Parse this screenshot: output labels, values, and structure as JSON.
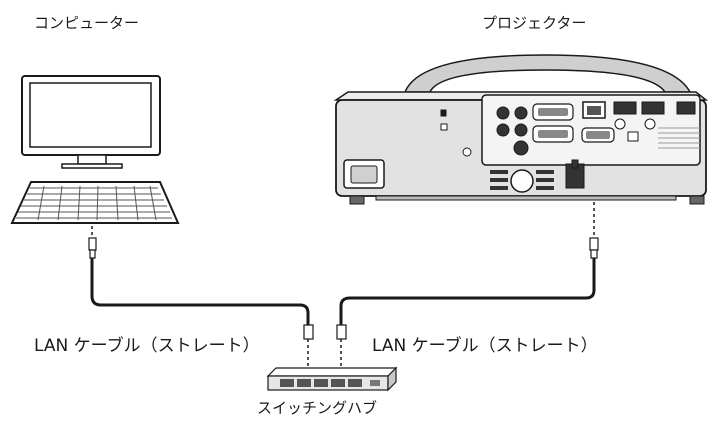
{
  "labels": {
    "computer": "コンピューター",
    "projector": "プロジェクター",
    "cable_left": "LAN ケーブル（ストレート）",
    "cable_right": "LAN ケーブル（ストレート）",
    "hub": "スイッチングハブ"
  },
  "colors": {
    "line": "#1a1a1a",
    "device_fill": "#e6e6e6",
    "device_dark": "#4a4a4a",
    "dashed": "#1a1a1a"
  },
  "icons": [
    "computer-icon",
    "projector-icon",
    "switching-hub-icon",
    "lan-connector-icon"
  ]
}
